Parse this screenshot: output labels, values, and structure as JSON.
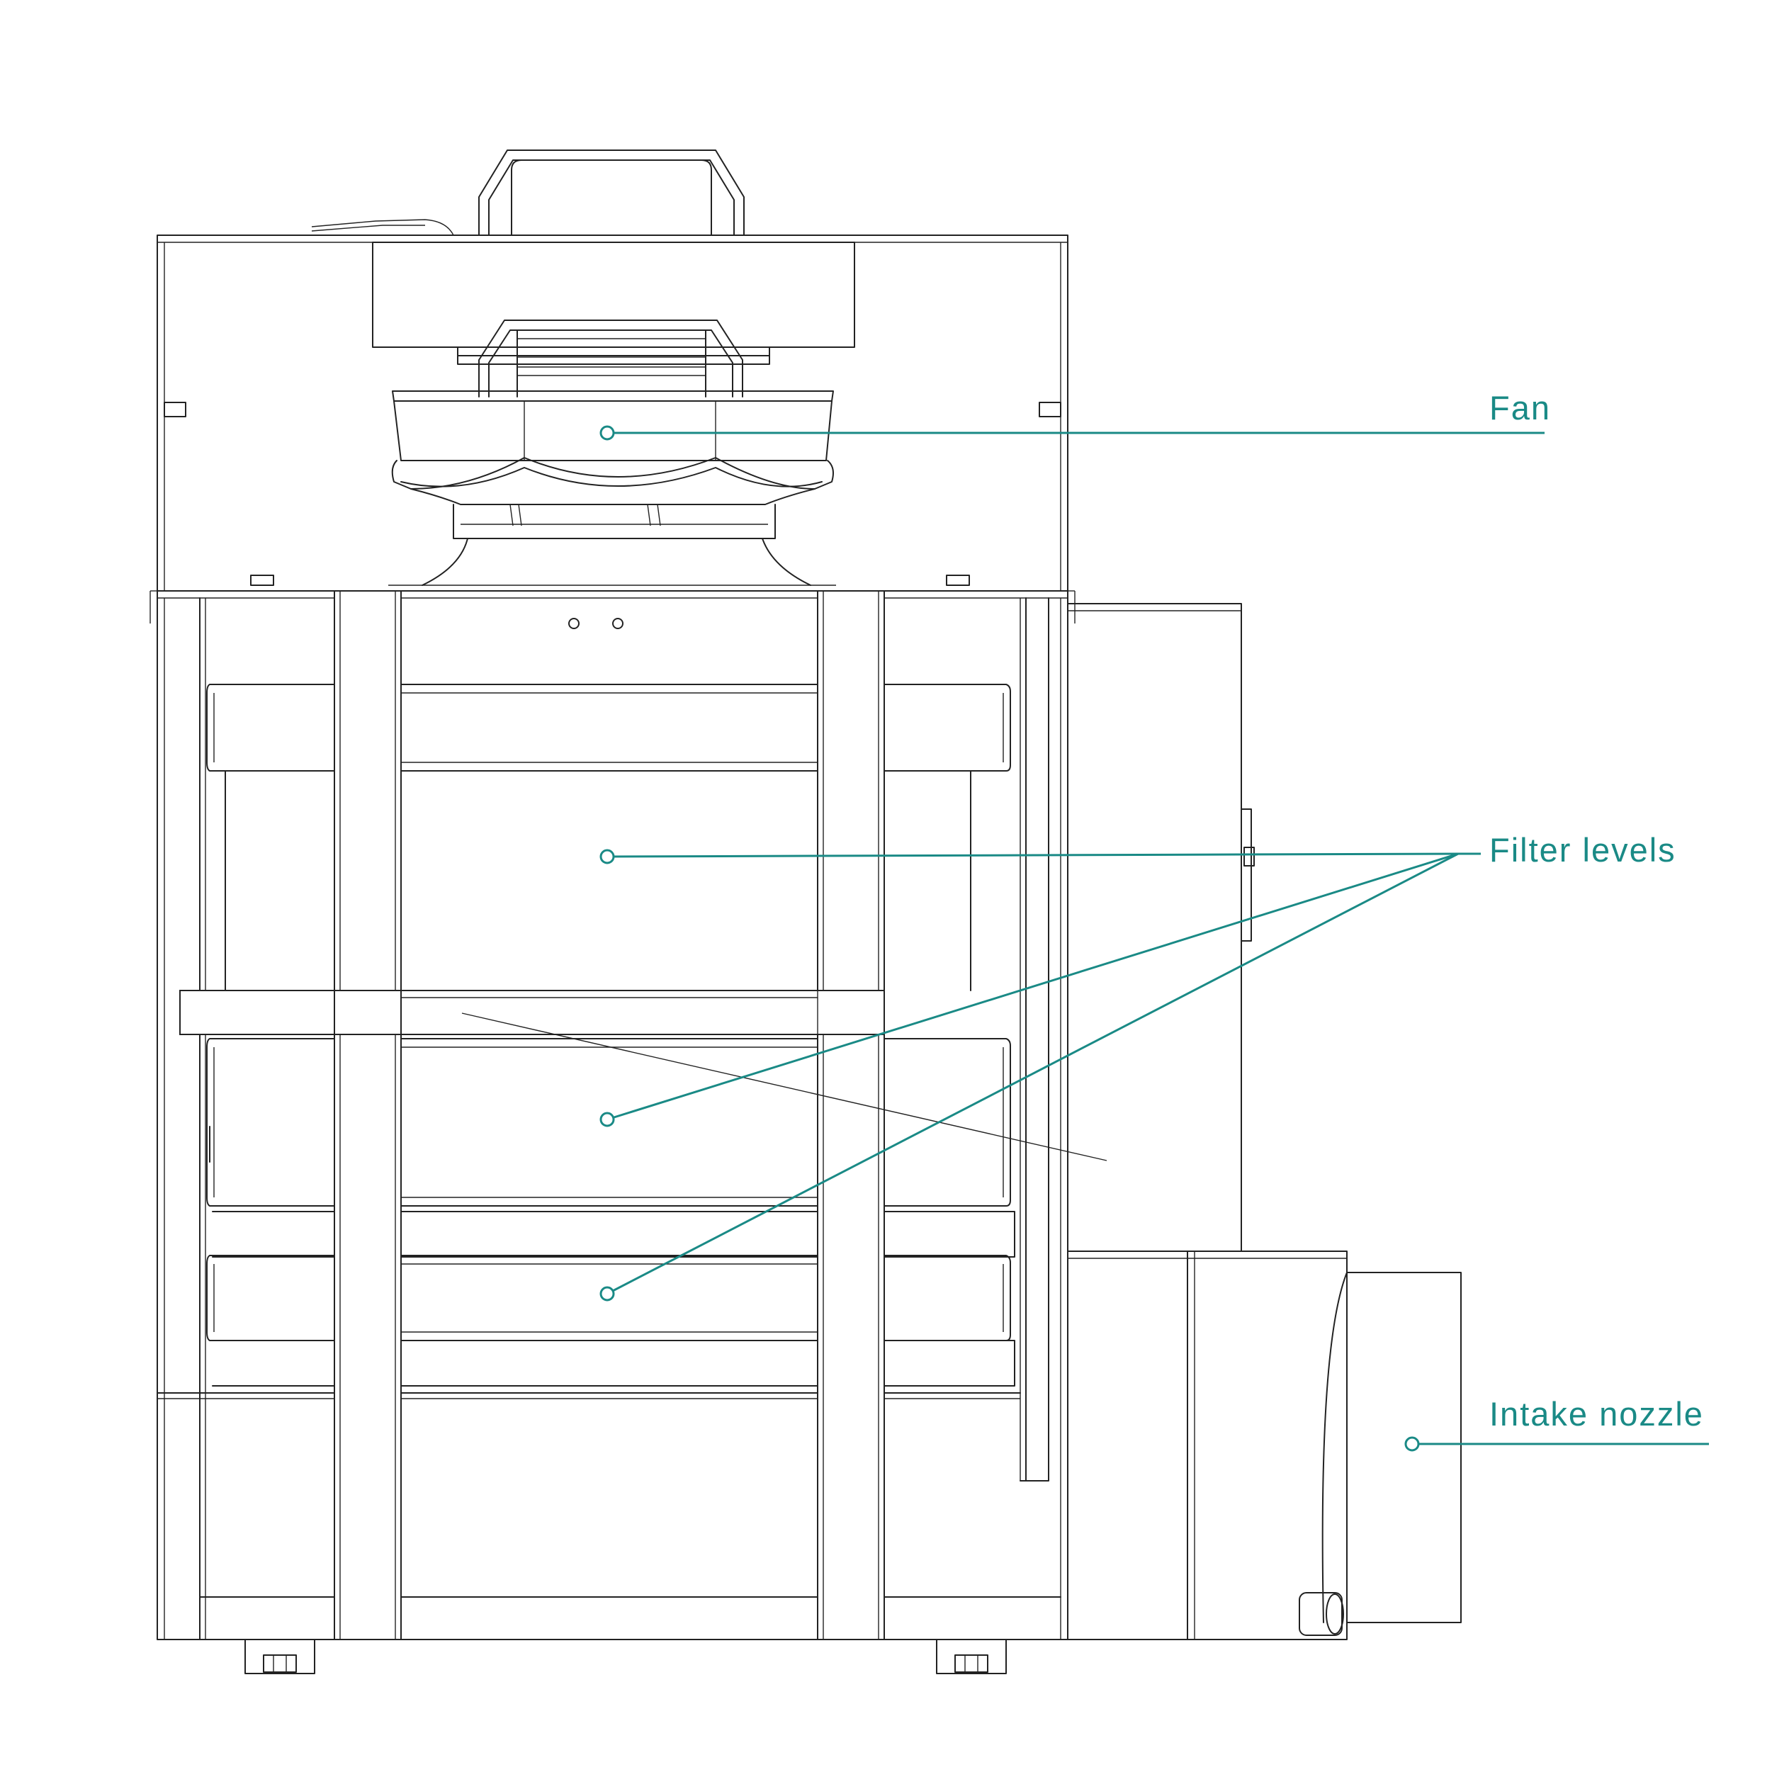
{
  "colors": {
    "accent": "#1a8a86",
    "line": "#222222",
    "background": "#ffffff"
  },
  "callouts": {
    "fan": "Fan",
    "filter_levels": "Filter levels",
    "intake_nozzle": "Intake nozzle"
  }
}
